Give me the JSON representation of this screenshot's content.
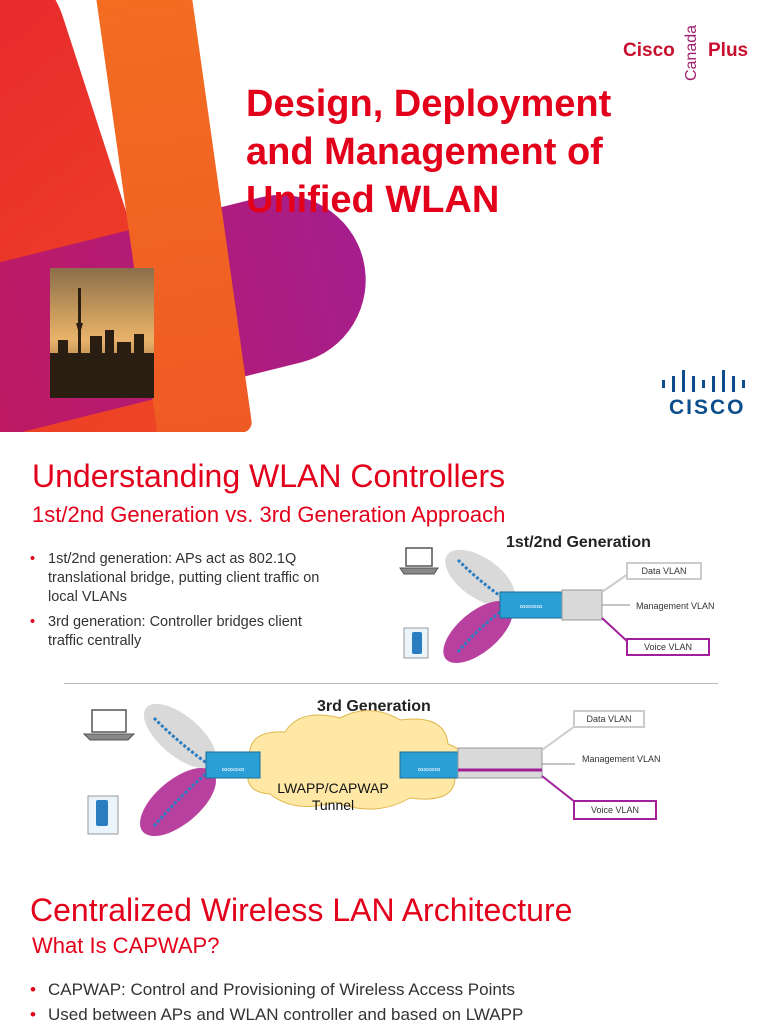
{
  "title_slide": {
    "title": "Design, Deployment and Management of Unified WLAN",
    "brand_left": "Cisco",
    "brand_vertical": "Canada",
    "brand_right": "Plus",
    "logo_text": "CISCO"
  },
  "slide2": {
    "title": "Understanding WLAN Controllers",
    "subtitle": "1st/2nd Generation vs. 3rd Generation Approach",
    "bullets": [
      "1st/2nd generation: APs act as 802.1Q translational bridge, putting client traffic on local VLANs",
      "3rd generation: Controller bridges client traffic centrally"
    ],
    "diagram_top": {
      "heading": "1st/2nd Generation",
      "data_vlan": "Data VLAN",
      "management_vlan": "Management VLAN",
      "voice_vlan": "Voice VLAN"
    },
    "diagram_bottom": {
      "heading": "3rd Generation",
      "tunnel_label": "LWAPP/CAPWAP Tunnel",
      "lwapp_tag": "LWAPP",
      "data_vlan": "Data VLAN",
      "management_vlan": "Management VLAN",
      "voice_vlan": "Voice VLAN"
    }
  },
  "slide3": {
    "title": "Centralized Wireless LAN Architecture",
    "subtitle": "What Is CAPWAP?",
    "bullets": [
      "CAPWAP: Control and Provisioning of Wireless Access Points",
      "Used between APs and WLAN controller and based on LWAPP"
    ]
  },
  "colors": {
    "accent_red": "#e3001b",
    "magenta": "#a61e8c",
    "orange": "#f36f21",
    "cisco_blue": "#0c4d8c",
    "voice_purple": "#a0209a"
  }
}
